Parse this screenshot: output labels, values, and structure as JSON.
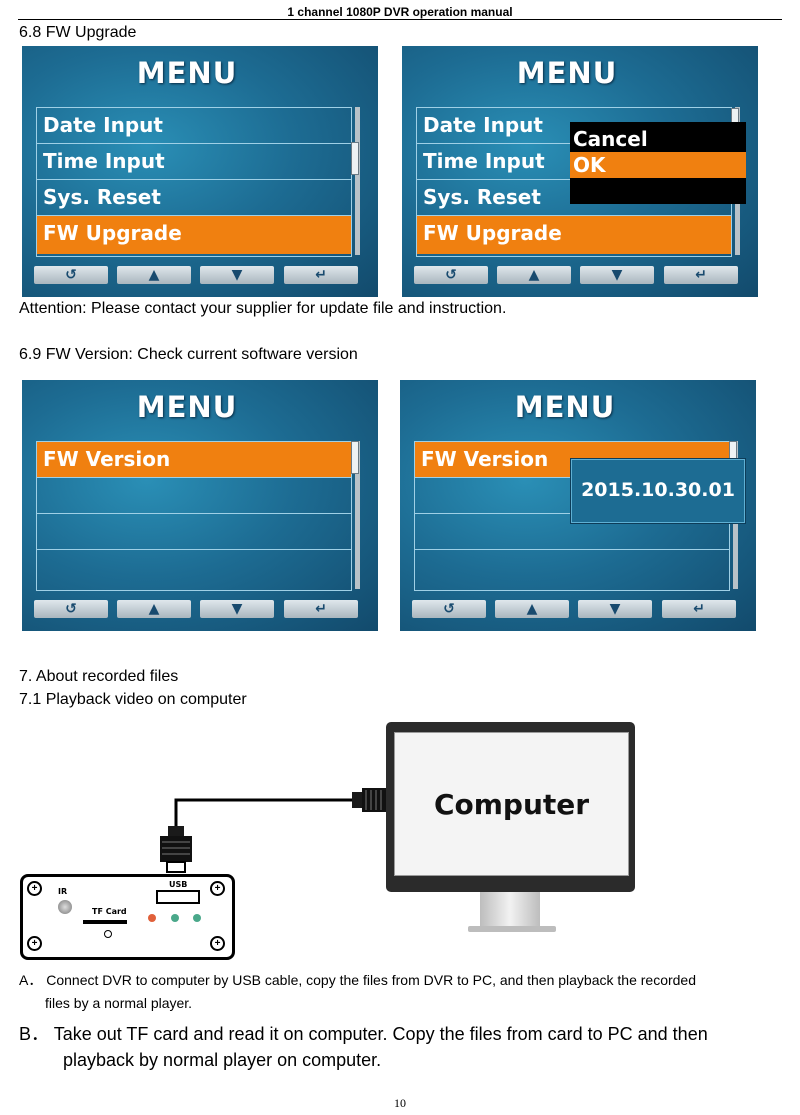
{
  "header": {
    "title": "1 channel 1080P DVR operation manual"
  },
  "section_68": {
    "heading": "6.8 FW Upgrade"
  },
  "menu_title": "MENU",
  "screen1": {
    "items": [
      "Date Input",
      "Time Input",
      "Sys. Reset",
      "FW Upgrade"
    ]
  },
  "screen2": {
    "items": [
      "Date Input",
      "Time Input",
      "Sys. Reset",
      "FW Upgrade"
    ],
    "popup": {
      "cancel": "Cancel",
      "ok": "OK"
    }
  },
  "attention": "Attention: Please contact your supplier for update file and instruction.",
  "section_69": {
    "heading": "6.9 FW Version: Check current software version"
  },
  "screen3": {
    "items": [
      "FW Version"
    ]
  },
  "screen4": {
    "items": [
      "FW Version"
    ],
    "version": "2015.10.30.01"
  },
  "buttons": {
    "back": "↺",
    "up": "▲",
    "down": "▼",
    "enter": "↵"
  },
  "section_7": {
    "heading": "7.  About recorded files",
    "sub": "7.1 Playback video on computer"
  },
  "diagram": {
    "computer_label": "Computer",
    "ir_label": "IR",
    "tfcard_label": "TF Card",
    "usb_label": "USB"
  },
  "list_a": {
    "marker": "A．",
    "line1": "Connect DVR to computer by USB cable, copy the files from DVR to PC, and then playback the recorded",
    "line2": "files by a normal player."
  },
  "list_b": {
    "marker": "B．",
    "line1": "Take out TF card and read it on computer. Copy the files from card to PC and then",
    "line2": "playback by normal player on computer."
  },
  "page_number": "10",
  "colors": {
    "menu_bg": "#1d6c93",
    "selected": "#f08010"
  },
  "icons": {
    "screw": "plus-circle-icon"
  }
}
